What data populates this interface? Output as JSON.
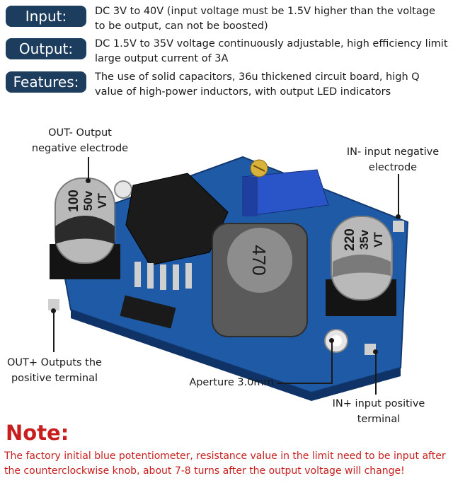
{
  "specs": [
    {
      "label": "Input:",
      "text": "DC 3V to 40V (input voltage must be 1.5V higher than the voltage to be output, can not be boosted)"
    },
    {
      "label": "Output:",
      "text": "DC 1.5V to 35V voltage continuously adjustable, high efficiency limit large output current of 3A"
    },
    {
      "label": "Features:",
      "text": "The use of solid capacitors, 36u thickened circuit board, high Q value of high-power inductors, with output LED indicators"
    }
  ],
  "callouts": {
    "out_minus": "OUT- Output negative electrode",
    "in_minus": "IN- input negative electrode",
    "out_plus": "OUT+ Outputs the positive terminal",
    "aperture": "Aperture 3.0mm",
    "in_plus": "IN+ input positive terminal"
  },
  "board": {
    "cap_left": [
      "100",
      "50v",
      "VT"
    ],
    "cap_right": [
      "220",
      "35v",
      "VT"
    ],
    "inductor": "470"
  },
  "note": {
    "title": "Note:",
    "text": "The factory initial blue potentiometer, resistance value in the limit need to be input after the counterclockwise knob, about 7-8 turns after the output voltage will change!"
  },
  "colors": {
    "badge": "#1d3d5e",
    "pcb": "#1f5aa6",
    "note": "#c81e1e"
  }
}
